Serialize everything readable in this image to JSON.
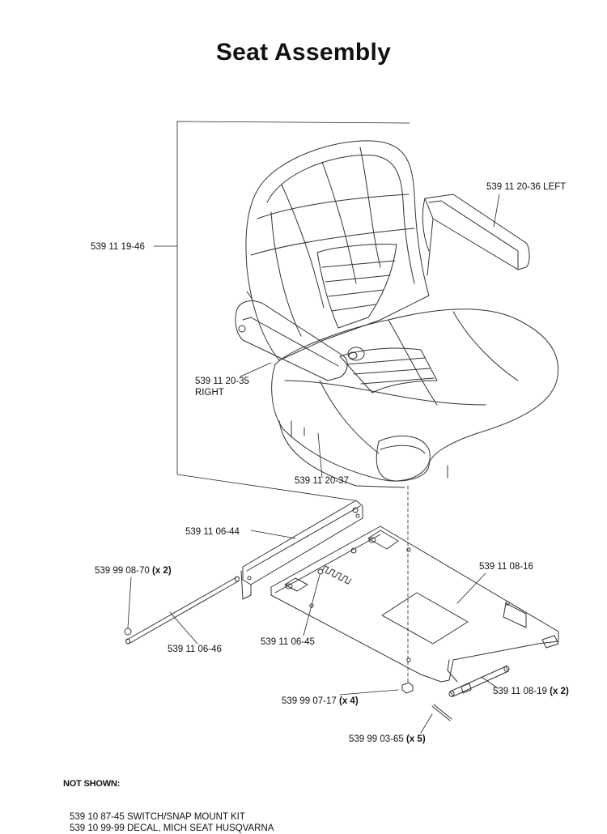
{
  "title": "Seat Assembly",
  "parts": [
    {
      "id": "539 11 19-46",
      "qty": ""
    },
    {
      "id": "539 11 20-36",
      "desc": "LEFT"
    },
    {
      "id": "539 11 20-35",
      "desc": "RIGHT"
    },
    {
      "id": "539 11 20-37",
      "qty": ""
    },
    {
      "id": "539 11 06-44",
      "qty": ""
    },
    {
      "id": "539 99 08-70",
      "qty": "(x 2)"
    },
    {
      "id": "539 11 08-16",
      "qty": ""
    },
    {
      "id": "539 11 06-46",
      "qty": ""
    },
    {
      "id": "539 11 06-45",
      "qty": ""
    },
    {
      "id": "539 11 08-19",
      "qty": "(x 2)"
    },
    {
      "id": "539 99 07-17",
      "qty": "(x 4)"
    },
    {
      "id": "539 99 03-65",
      "qty": "(x 5)"
    }
  ],
  "not_shown": {
    "heading": "NOT SHOWN:",
    "items": [
      "539 10 87-45  SWITCH/SNAP MOUNT KIT",
      "539 10 99-99  DECAL, MICH SEAT HUSQVARNA"
    ]
  }
}
